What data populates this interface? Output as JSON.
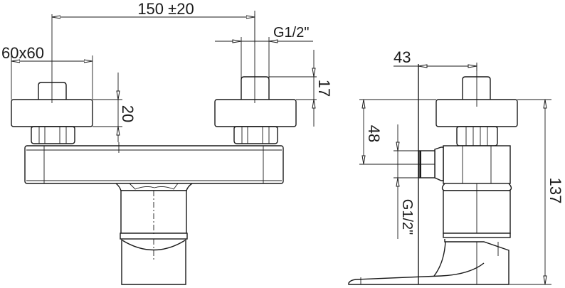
{
  "drawing": {
    "title": "Shower mixer technical drawing",
    "views": [
      "front-view",
      "side-view"
    ],
    "front_view": {
      "dimensions": {
        "center_distance": "150 ±20",
        "escutcheon_size": "60x60",
        "thread_size": "G1/2\"",
        "escutcheon_thickness": "20",
        "thread_length": "17"
      }
    },
    "side_view": {
      "dimensions": {
        "wall_to_outlet": "43",
        "outlet_height": "48",
        "outlet_thread": "G1/2\"",
        "total_height": "137"
      }
    },
    "line_color": "#1a1a1a",
    "background_color": "#ffffff"
  }
}
